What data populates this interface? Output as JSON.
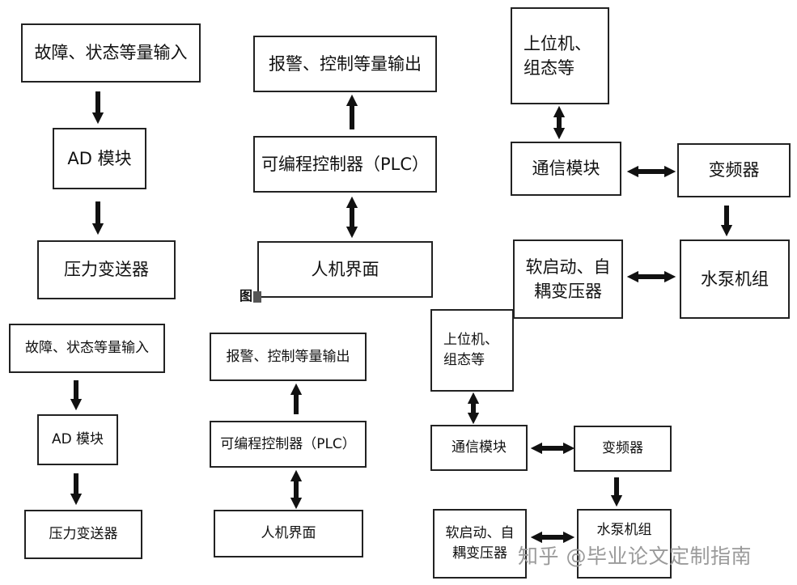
{
  "upper": {
    "col1": [
      "故障、状态等量输入",
      "AD 模块",
      "压力变送器"
    ],
    "col2": [
      "报警、控制等量输出",
      "可编程控制器（PLC）",
      "人机界面"
    ],
    "col3": {
      "host": "上位机、\n组态等",
      "comm": "通信模块",
      "vfd": "变频器",
      "soft": "软启动、自\n耦变压器",
      "pump": "水泵机组"
    },
    "caption": "图"
  },
  "lower": {
    "col1": [
      "故障、状态等量输入",
      "AD 模块",
      "压力变送器"
    ],
    "col2": [
      "报警、控制等量输出",
      "可编程控制器（PLC）",
      "人机界面"
    ],
    "col3": {
      "host": "上位机、\n组态等",
      "comm": "通信模块",
      "vfd": "变频器",
      "soft": "软启动、自\n耦变压器",
      "pump": "水泵机组"
    }
  },
  "watermark": "知乎 @毕业论文定制指南"
}
